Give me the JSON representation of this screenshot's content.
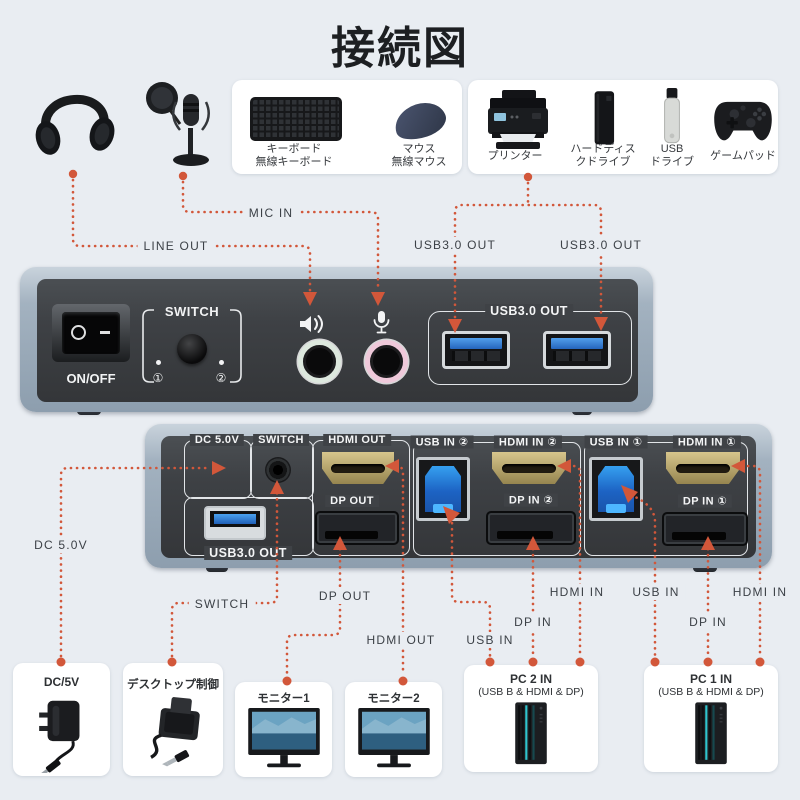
{
  "title": "接続図",
  "colors": {
    "accent": "#d2573a",
    "bg": "#e9edf2",
    "panel": "#3f4246",
    "frame": "#a6b4c0",
    "usb_blue": "#2f80d4",
    "hdmi_gold": "#b3a069"
  },
  "peripherals": {
    "keyboard": {
      "line1": "キーボード",
      "line2": "無線キーボード"
    },
    "mouse": {
      "line1": "マウス",
      "line2": "無線マウス"
    },
    "printer": {
      "line1": "プリンター"
    },
    "hdd": {
      "line1": "ハードディス",
      "line2": "クドライブ"
    },
    "usb_drive": {
      "line1": "USB",
      "line2": "ドライブ"
    },
    "gamepad": {
      "line1": "ゲームパッド"
    }
  },
  "connector_labels": {
    "line_out": "LINE OUT",
    "mic_in": "MIC IN",
    "usb3_out_left": "USB3.0 OUT",
    "usb3_out_right": "USB3.0 OUT",
    "dc": "DC 5.0V",
    "switch": "SWITCH",
    "dp_out": "DP OUT",
    "hdmi_out": "HDMI OUT",
    "usb_in_2": "USB IN",
    "dp_in_2": "DP IN",
    "hdmi_in_2": "HDMI IN",
    "usb_in_1": "USB IN",
    "dp_in_1": "DP IN",
    "hdmi_in_1": "HDMI IN"
  },
  "front_panel": {
    "on_off": "ON/OFF",
    "switch": "SWITCH",
    "led1": "①",
    "led2": "②",
    "usb_group": "USB3.0 OUT"
  },
  "back_panel": {
    "dc": "DC 5.0V",
    "switch": "SWITCH",
    "hdmi_out": "HDMI OUT",
    "dp_out": "DP OUT",
    "usb3_out": "USB3.0 OUT",
    "usb_in2": "USB IN ②",
    "hdmi_in2": "HDMI IN ②",
    "dp_in2": "DP IN ②",
    "usb_in1": "USB IN ①",
    "hdmi_in1": "HDMI IN ①",
    "dp_in1": "DP IN ①"
  },
  "bottom_boxes": {
    "dc": {
      "label": "DC/5V"
    },
    "desktop_controller": {
      "label": "デスクトップ制御"
    },
    "monitor1": {
      "label": "モニター1"
    },
    "monitor2": {
      "label": "モニター2"
    },
    "pc2": {
      "label": "PC 2 IN",
      "sub": "(USB B & HDMI & DP)"
    },
    "pc1": {
      "label": "PC 1 IN",
      "sub": "(USB B & HDMI & DP)"
    }
  }
}
